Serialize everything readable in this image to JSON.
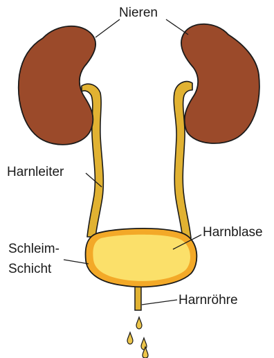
{
  "labels": {
    "kidneys": "Nieren",
    "ureter": "Harnleiter",
    "bladder": "Harnblase",
    "mucosa_line1": "Schleim-",
    "mucosa_line2": "Schicht",
    "urethra": "Harnröhre"
  },
  "colors": {
    "kidney": "#9b4a2a",
    "ureter": "#e1b232",
    "bladder_outer": "#f3a928",
    "bladder_inner": "#fbe06a",
    "drop": "#ecc54a",
    "outline": "#1a1a1a"
  }
}
